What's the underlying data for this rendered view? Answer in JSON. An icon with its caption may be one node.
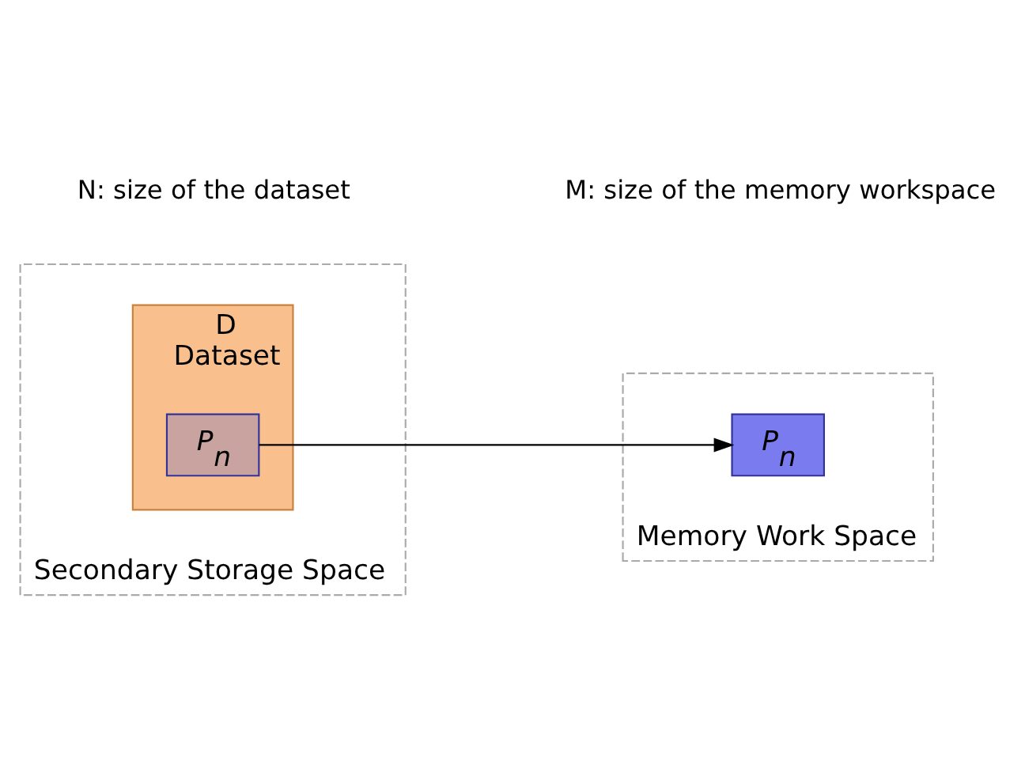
{
  "diagram": {
    "nodes": [
      {
        "text": [
          "Secondary Storage Space"
        ]
      },
      {
        "text": [
          "D",
          "Dataset"
        ],
        "in": 0
      },
      {
        "text": [
          "P$_{n}$"
        ],
        "in": 1
      },
      {
        "text": [
          "Memory Work Space"
        ]
      },
      {
        "text": [
          "P$_{n}$"
        ],
        "in": 3
      }
    ],
    "edges": [
      {
        "from": 2,
        "to": 4,
        "arrow": "to"
      }
    ],
    "labels": [
      "N: size of the dataset",
      "M: size of the memory workspace"
    ]
  }
}
